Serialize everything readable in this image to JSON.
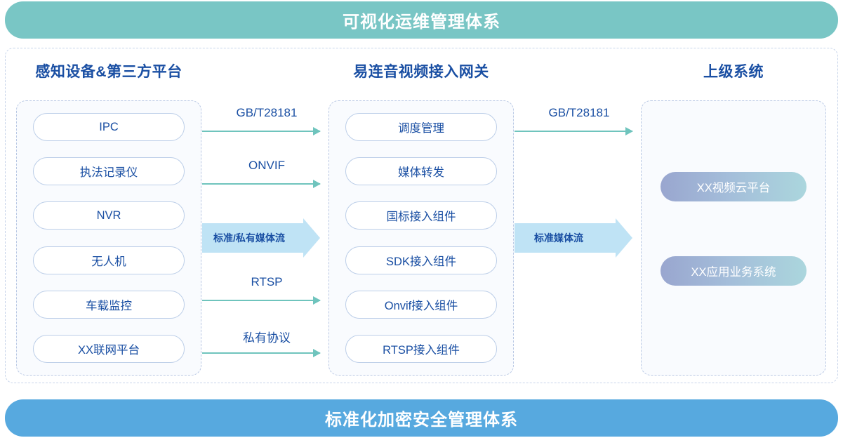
{
  "banners": {
    "top": "可视化运维管理体系",
    "bottom": "标准化加密安全管理体系",
    "top_color": "#79C6C5",
    "bottom_color": "#57A9DF"
  },
  "columns": {
    "left": {
      "title": "感知设备&第三方平台",
      "items": [
        {
          "label": "IPC"
        },
        {
          "label": "执法记录仪"
        },
        {
          "label": "NVR"
        },
        {
          "label": "无人机"
        },
        {
          "label": "车载监控"
        },
        {
          "label": "XX联网平台"
        }
      ]
    },
    "middle": {
      "title": "易连音视频接入网关",
      "items": [
        {
          "label": "调度管理"
        },
        {
          "label": "媒体转发"
        },
        {
          "label": "国标接入组件"
        },
        {
          "label": "SDK接入组件"
        },
        {
          "label": "Onvif接入组件"
        },
        {
          "label": "RTSP接入组件"
        }
      ]
    },
    "right": {
      "title": "上级系统",
      "items": [
        {
          "label": "XX视频云平台"
        },
        {
          "label": "XX应用业务系统"
        }
      ]
    }
  },
  "connectors": {
    "left_gap": {
      "thin": [
        {
          "label": "GB/T28181"
        },
        {
          "label": "ONVIF"
        },
        {
          "label": "RTSP"
        },
        {
          "label": "私有协议"
        }
      ],
      "block": {
        "label": "标准/私有媒体流"
      }
    },
    "right_gap": {
      "thin": [
        {
          "label": "GB/T28181"
        }
      ],
      "block": {
        "label": "标准媒体流"
      }
    }
  },
  "colors": {
    "accent_teal": "#6FC4BD",
    "accent_blue": "#1A4FA3",
    "block_arrow": "#BFE3F5",
    "pill_border": "#BCCEE8",
    "dashed_border": "#B9C8E4",
    "gradient_from": "#99A6CF",
    "gradient_to": "#ABD6DD"
  }
}
